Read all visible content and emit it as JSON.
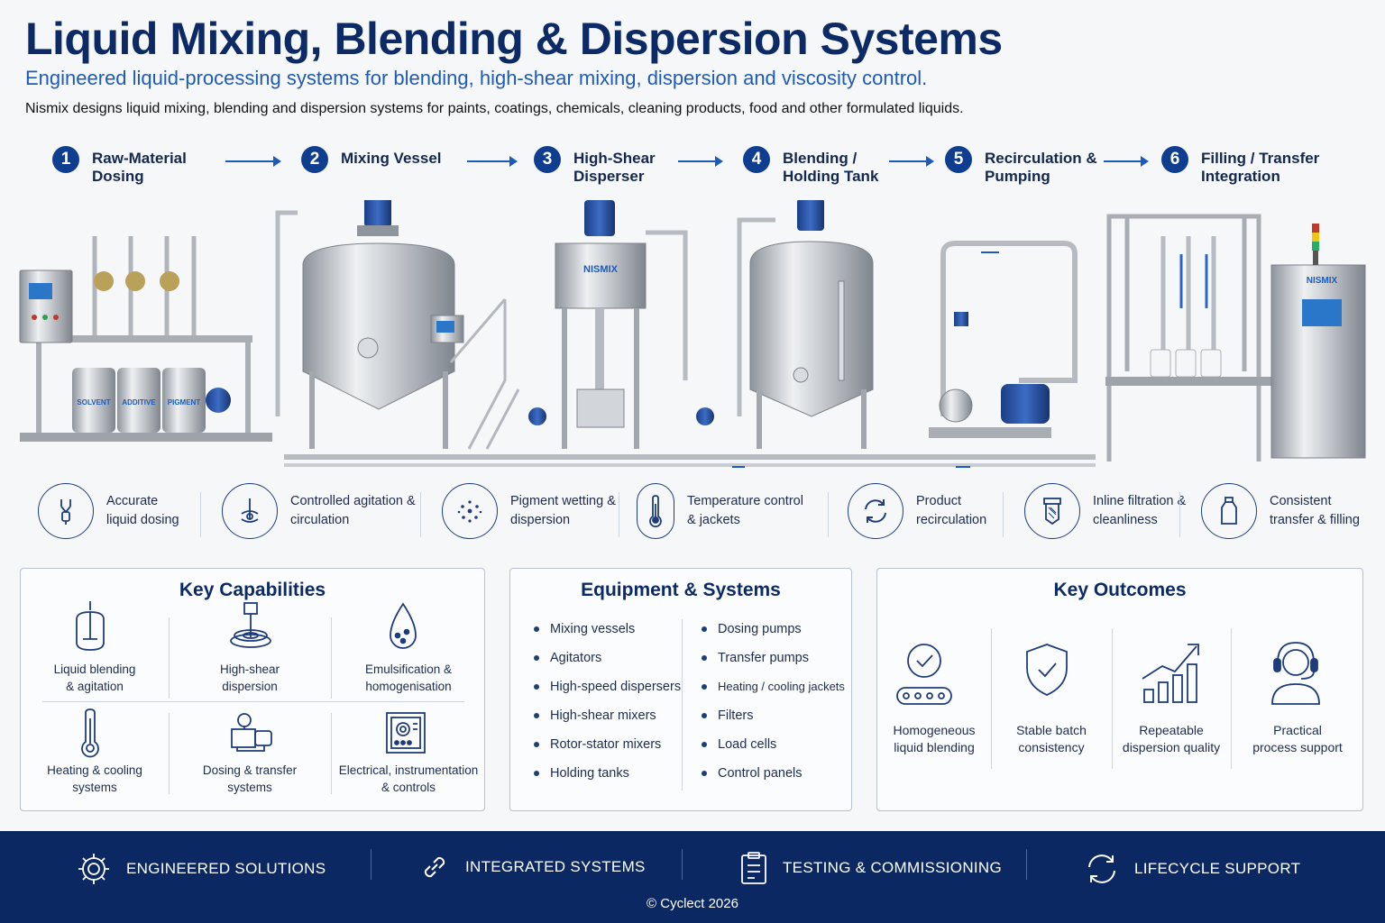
{
  "header": {
    "title": "Liquid Mixing, Blending & Dispersion Systems",
    "subtitle": "Engineered liquid-processing systems for blending, high-shear mixing, dispersion and viscosity control.",
    "description": "Nismix designs liquid mixing, blending and dispersion systems for paints, coatings, chemicals, cleaning products, food and other formulated liquids."
  },
  "steps": [
    {
      "num": "1",
      "label": "Raw-Material\nDosing"
    },
    {
      "num": "2",
      "label": "Mixing Vessel"
    },
    {
      "num": "3",
      "label": "High-Shear\nDisperser"
    },
    {
      "num": "4",
      "label": "Blending /\nHolding Tank"
    },
    {
      "num": "5",
      "label": "Recirculation &\nPumping"
    },
    {
      "num": "6",
      "label": "Filling / Transfer\nIntegration"
    }
  ],
  "plant": {
    "drum_labels": [
      "SOLVENT",
      "ADDITIVE",
      "PIGMENT"
    ],
    "brand_disperser": "NISMIX",
    "brand_panel": "NISMIX"
  },
  "features": [
    {
      "icon": "dosing-icon",
      "text": "Accurate liquid dosing"
    },
    {
      "icon": "agitator-icon",
      "text": "Controlled agitation & circulation"
    },
    {
      "icon": "pigment-icon",
      "text": "Pigment wetting & dispersion"
    },
    {
      "icon": "thermometer-icon",
      "text": "Temperature control & jackets"
    },
    {
      "icon": "recirculation-icon",
      "text": "Product recirculation"
    },
    {
      "icon": "filter-icon",
      "text": "Inline filtration & cleanliness"
    },
    {
      "icon": "bottle-icon",
      "text": "Consistent transfer & filling"
    }
  ],
  "capabilities": {
    "title": "Key Capabilities",
    "items": [
      {
        "icon": "blending-tank-icon",
        "text": "Liquid blending\n& agitation"
      },
      {
        "icon": "high-shear-icon",
        "text": "High-shear\ndispersion"
      },
      {
        "icon": "droplet-icon",
        "text": "Emulsification &\nhomogenisation"
      },
      {
        "icon": "thermometer-icon",
        "text": "Heating & cooling\nsystems"
      },
      {
        "icon": "pump-icon",
        "text": "Dosing & transfer\nsystems"
      },
      {
        "icon": "control-panel-icon",
        "text": "Electrical, instrumentation\n& controls"
      }
    ]
  },
  "equipment": {
    "title": "Equipment & Systems",
    "left": [
      "Mixing vessels",
      "Agitators",
      "High-speed dispersers",
      "High-shear mixers",
      "Rotor-stator mixers",
      "Holding tanks"
    ],
    "right": [
      "Dosing pumps",
      "Transfer pumps",
      "Heating / cooling jackets",
      "Filters",
      "Load cells",
      "Control panels"
    ]
  },
  "outcomes": {
    "title": "Key Outcomes",
    "items": [
      {
        "icon": "conveyor-check-icon",
        "text": "Homogeneous\nliquid blending"
      },
      {
        "icon": "shield-check-icon",
        "text": "Stable batch\nconsistency"
      },
      {
        "icon": "growth-chart-icon",
        "text": "Repeatable\ndispersion quality"
      },
      {
        "icon": "support-headset-icon",
        "text": "Practical\nprocess support"
      }
    ]
  },
  "footer": {
    "items": [
      {
        "icon": "gear-icon",
        "text": "ENGINEERED SOLUTIONS"
      },
      {
        "icon": "link-icon",
        "text": "INTEGRATED SYSTEMS"
      },
      {
        "icon": "clipboard-icon",
        "text": "TESTING & COMMISSIONING"
      },
      {
        "icon": "cycle-icon",
        "text": "LIFECYCLE SUPPORT"
      }
    ],
    "copyright": "© Cyclect 2026"
  },
  "colors": {
    "navy": "#0c2862",
    "accent": "#1e5bb8",
    "steel": "#c8ccd2"
  }
}
